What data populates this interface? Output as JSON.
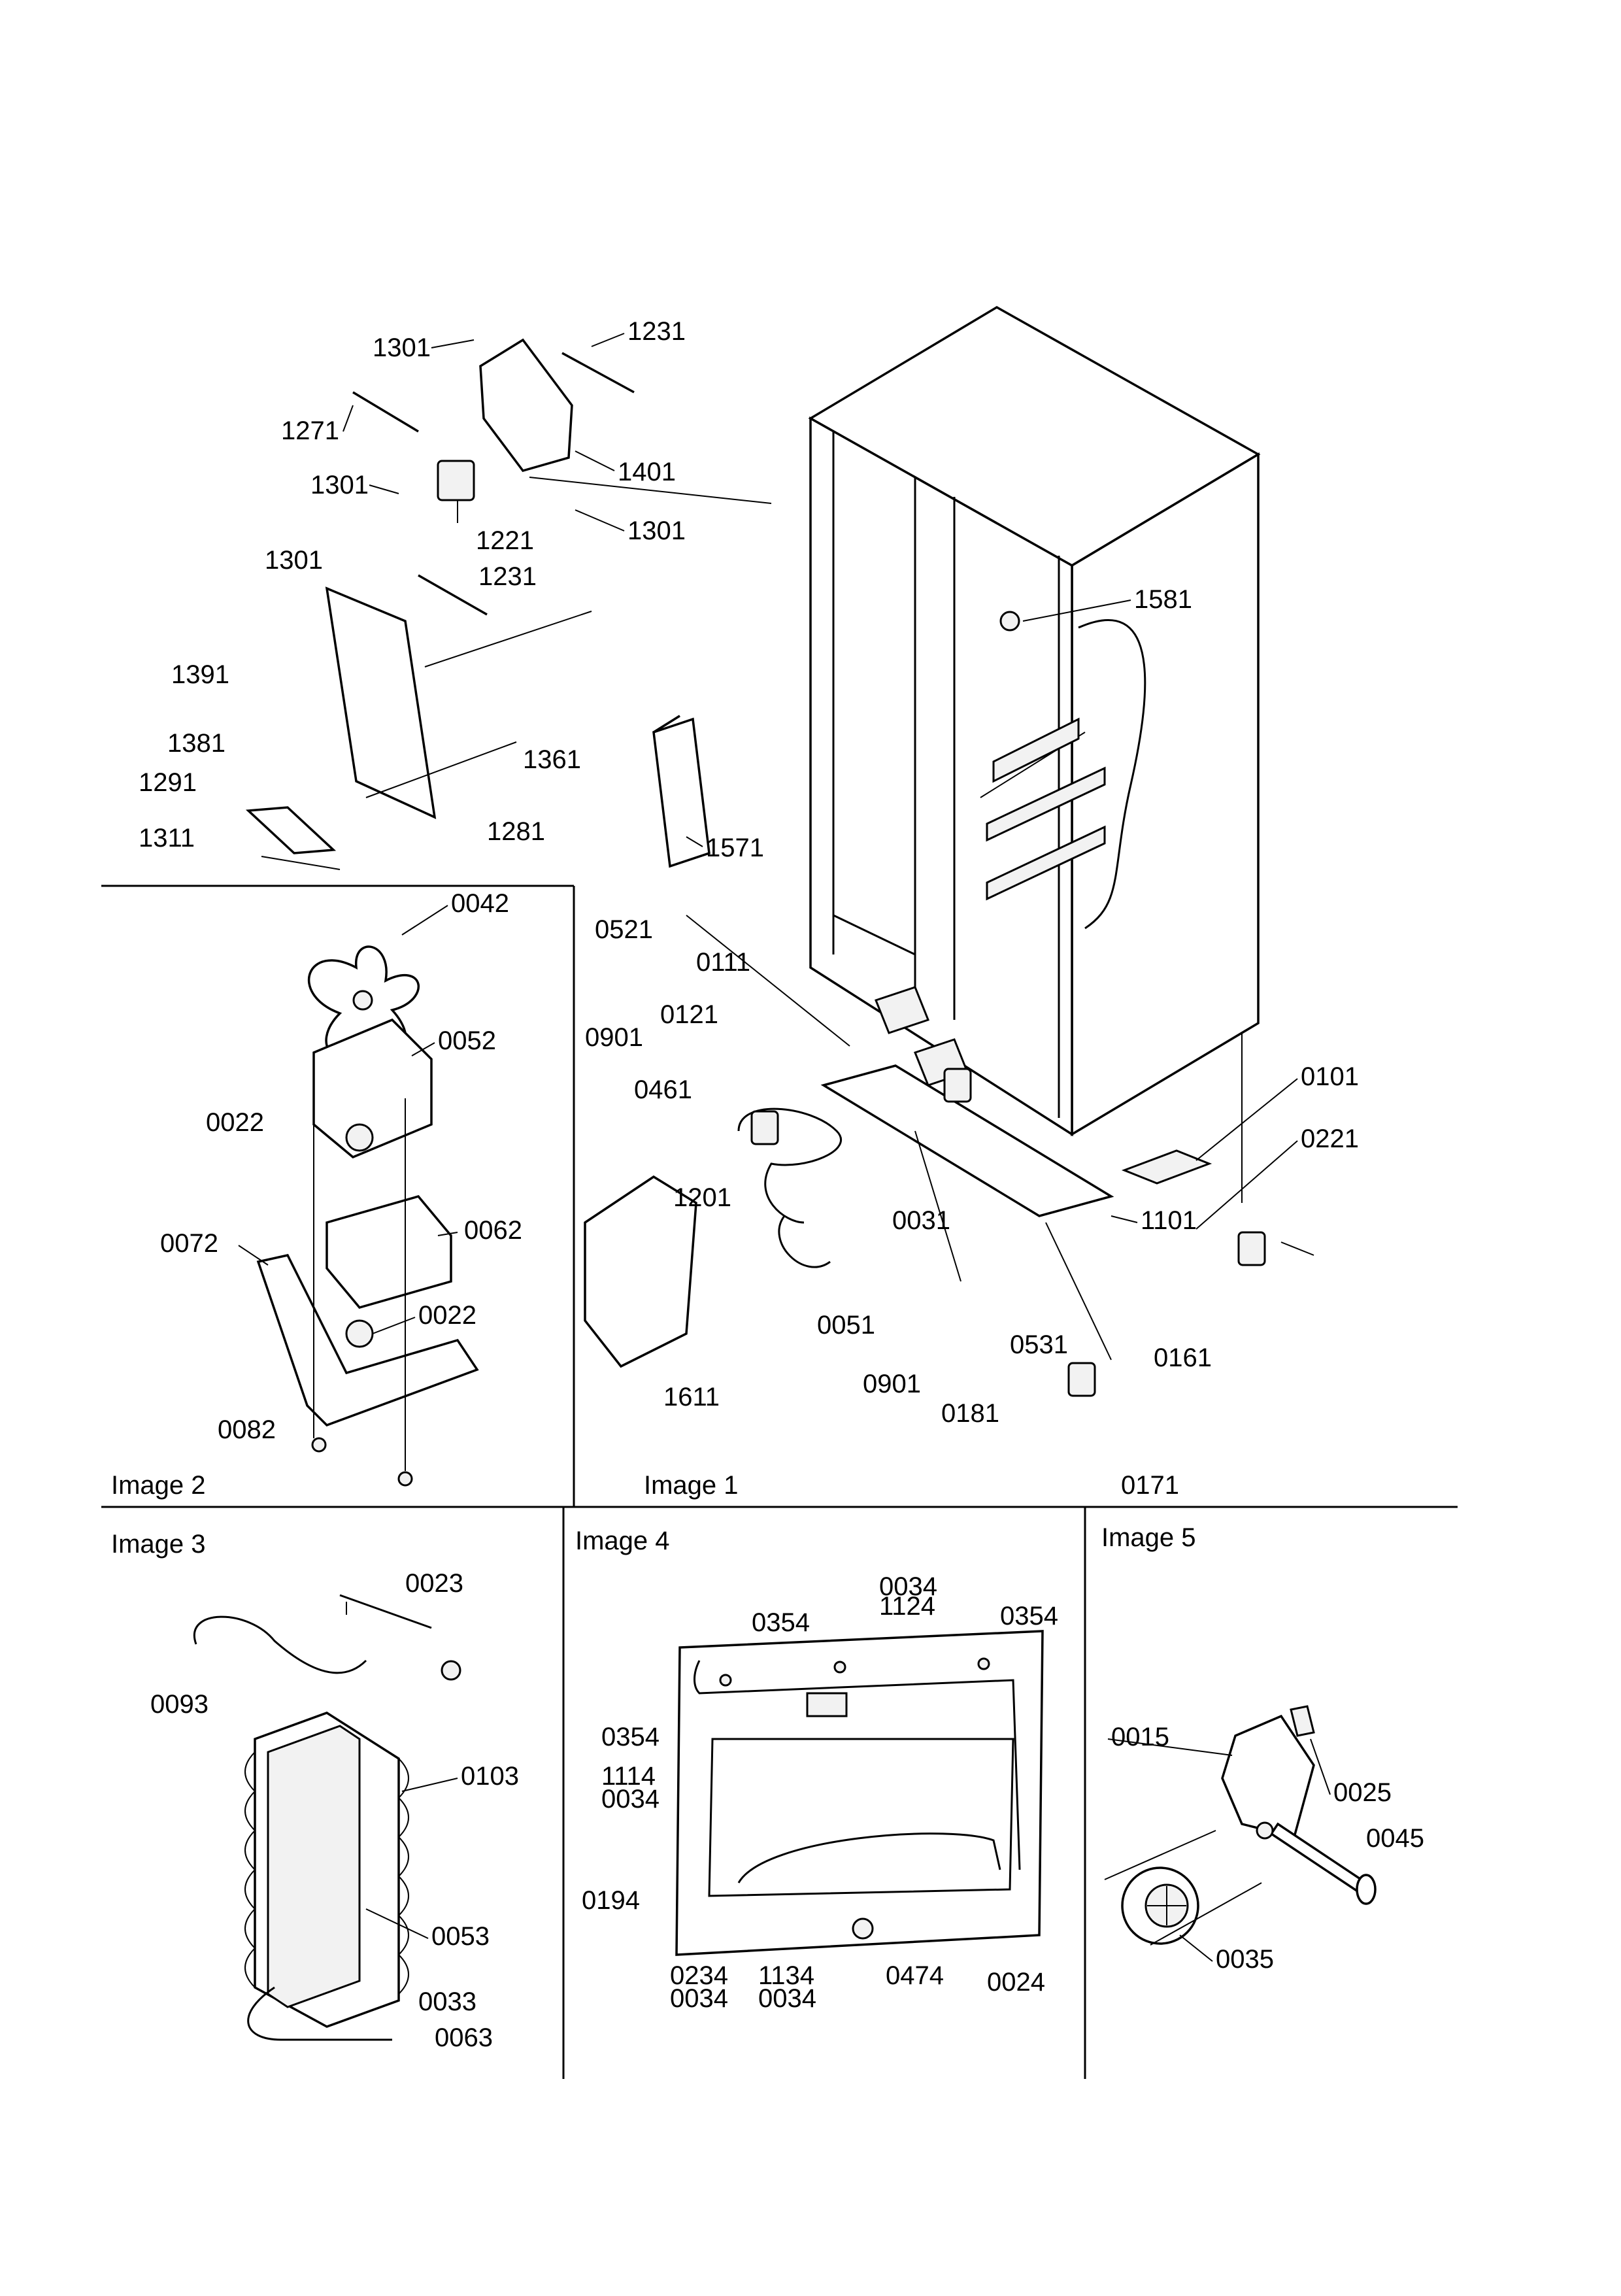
{
  "panels": [
    {
      "id": "image1",
      "title": "Image 1"
    },
    {
      "id": "image2",
      "title": "Image 2"
    },
    {
      "id": "image3",
      "title": "Image 3"
    },
    {
      "id": "image4",
      "title": "Image 4"
    },
    {
      "id": "image5",
      "title": "Image 5"
    }
  ],
  "callouts": {
    "top": [
      "1301",
      "1231",
      "1271",
      "1301",
      "1401",
      "1221",
      "1301",
      "1301",
      "1231",
      "1391",
      "1381",
      "1361",
      "1291",
      "1311",
      "1281"
    ],
    "image1": [
      "1581",
      "1571",
      "0521",
      "0111",
      "0121",
      "0901",
      "0461",
      "0101",
      "0221",
      "1201",
      "0031",
      "1101",
      "0051",
      "0531",
      "1611",
      "0901",
      "0181",
      "0161",
      "0171"
    ],
    "image2": [
      "0042",
      "0052",
      "0022",
      "0062",
      "0072",
      "0022",
      "0082"
    ],
    "image3": [
      "0023",
      "0093",
      "0103",
      "0053",
      "0033",
      "0063"
    ],
    "image4": [
      "0034",
      "1124",
      "0354",
      "0354",
      "0354",
      "1114",
      "0034",
      "0194",
      "0234",
      "0034",
      "1134",
      "0034",
      "0474",
      "0024"
    ],
    "image5": [
      "0015",
      "0025",
      "0045",
      "0035"
    ]
  }
}
